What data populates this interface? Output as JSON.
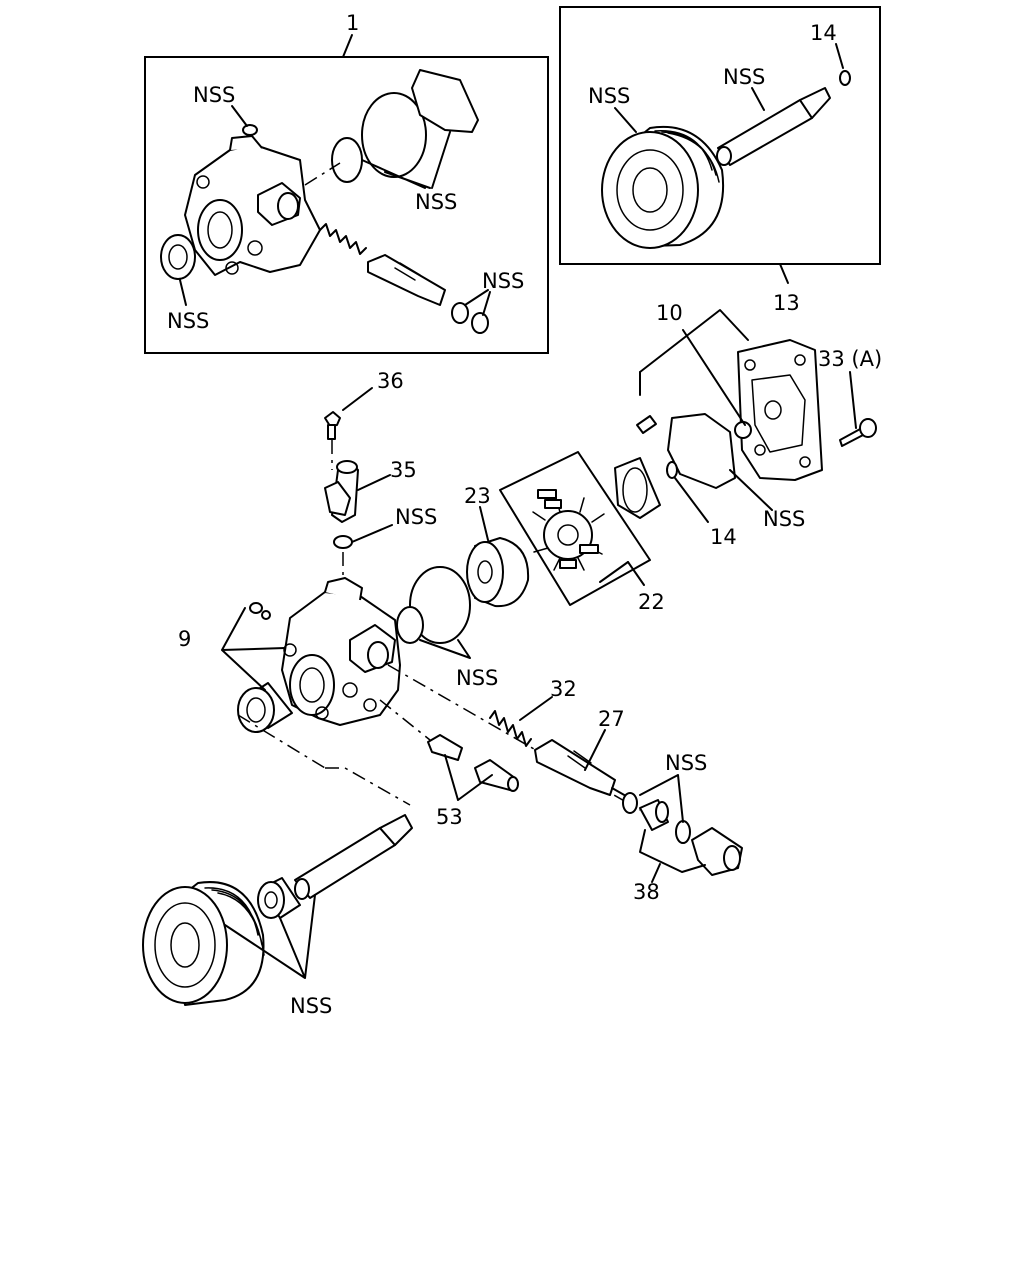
{
  "callouts": {
    "c1": "1",
    "c13": "13",
    "c14_top": "14",
    "c10": "10",
    "c33": "33 (A)",
    "c36": "36",
    "c35": "35",
    "c23": "23",
    "c14_mid": "14",
    "c22": "22",
    "c9": "9",
    "c32": "32",
    "c27": "27",
    "c53": "53",
    "c38": "38",
    "nss_box1_top": "NSS",
    "nss_box1_rings": "NSS",
    "nss_box1_seal": "NSS",
    "nss_box1_orings": "NSS",
    "nss_box2_pulley": "NSS",
    "nss_box2_shaft": "NSS",
    "nss_35_washer": "NSS",
    "nss_cover_gasket": "NSS",
    "nss_body_rings": "NSS",
    "nss_fitting_orings": "NSS",
    "nss_pulley_shaft": "NSS"
  },
  "icons": {
    "pump_body": "pump-housing-icon",
    "pulley": "pulley-icon",
    "shaft": "shaft-icon",
    "rotor": "rotor-icon",
    "cam_ring": "cam-ring-icon",
    "cover": "rear-cover-icon"
  }
}
